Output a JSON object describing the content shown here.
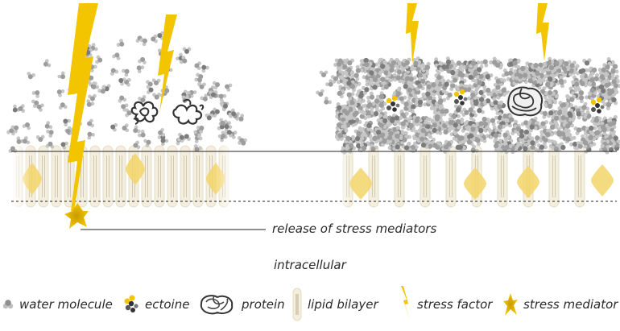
{
  "labels": {
    "release": "release of stress mediators",
    "intracellular": "intracellular"
  },
  "legend": {
    "water": "water molecule",
    "ectoine": "ectoine",
    "protein": "protein",
    "lipid": "lipid bilayer",
    "stress_factor": "stress factor",
    "stress_mediator": "stress mediator"
  },
  "colors": {
    "lightning": "#f2c500",
    "mediator": "#e6b800",
    "lipid_head": "#f3eedd",
    "lipid_core": "#f6e6a8",
    "water": "#b9b9b9",
    "protein": "#333333"
  }
}
